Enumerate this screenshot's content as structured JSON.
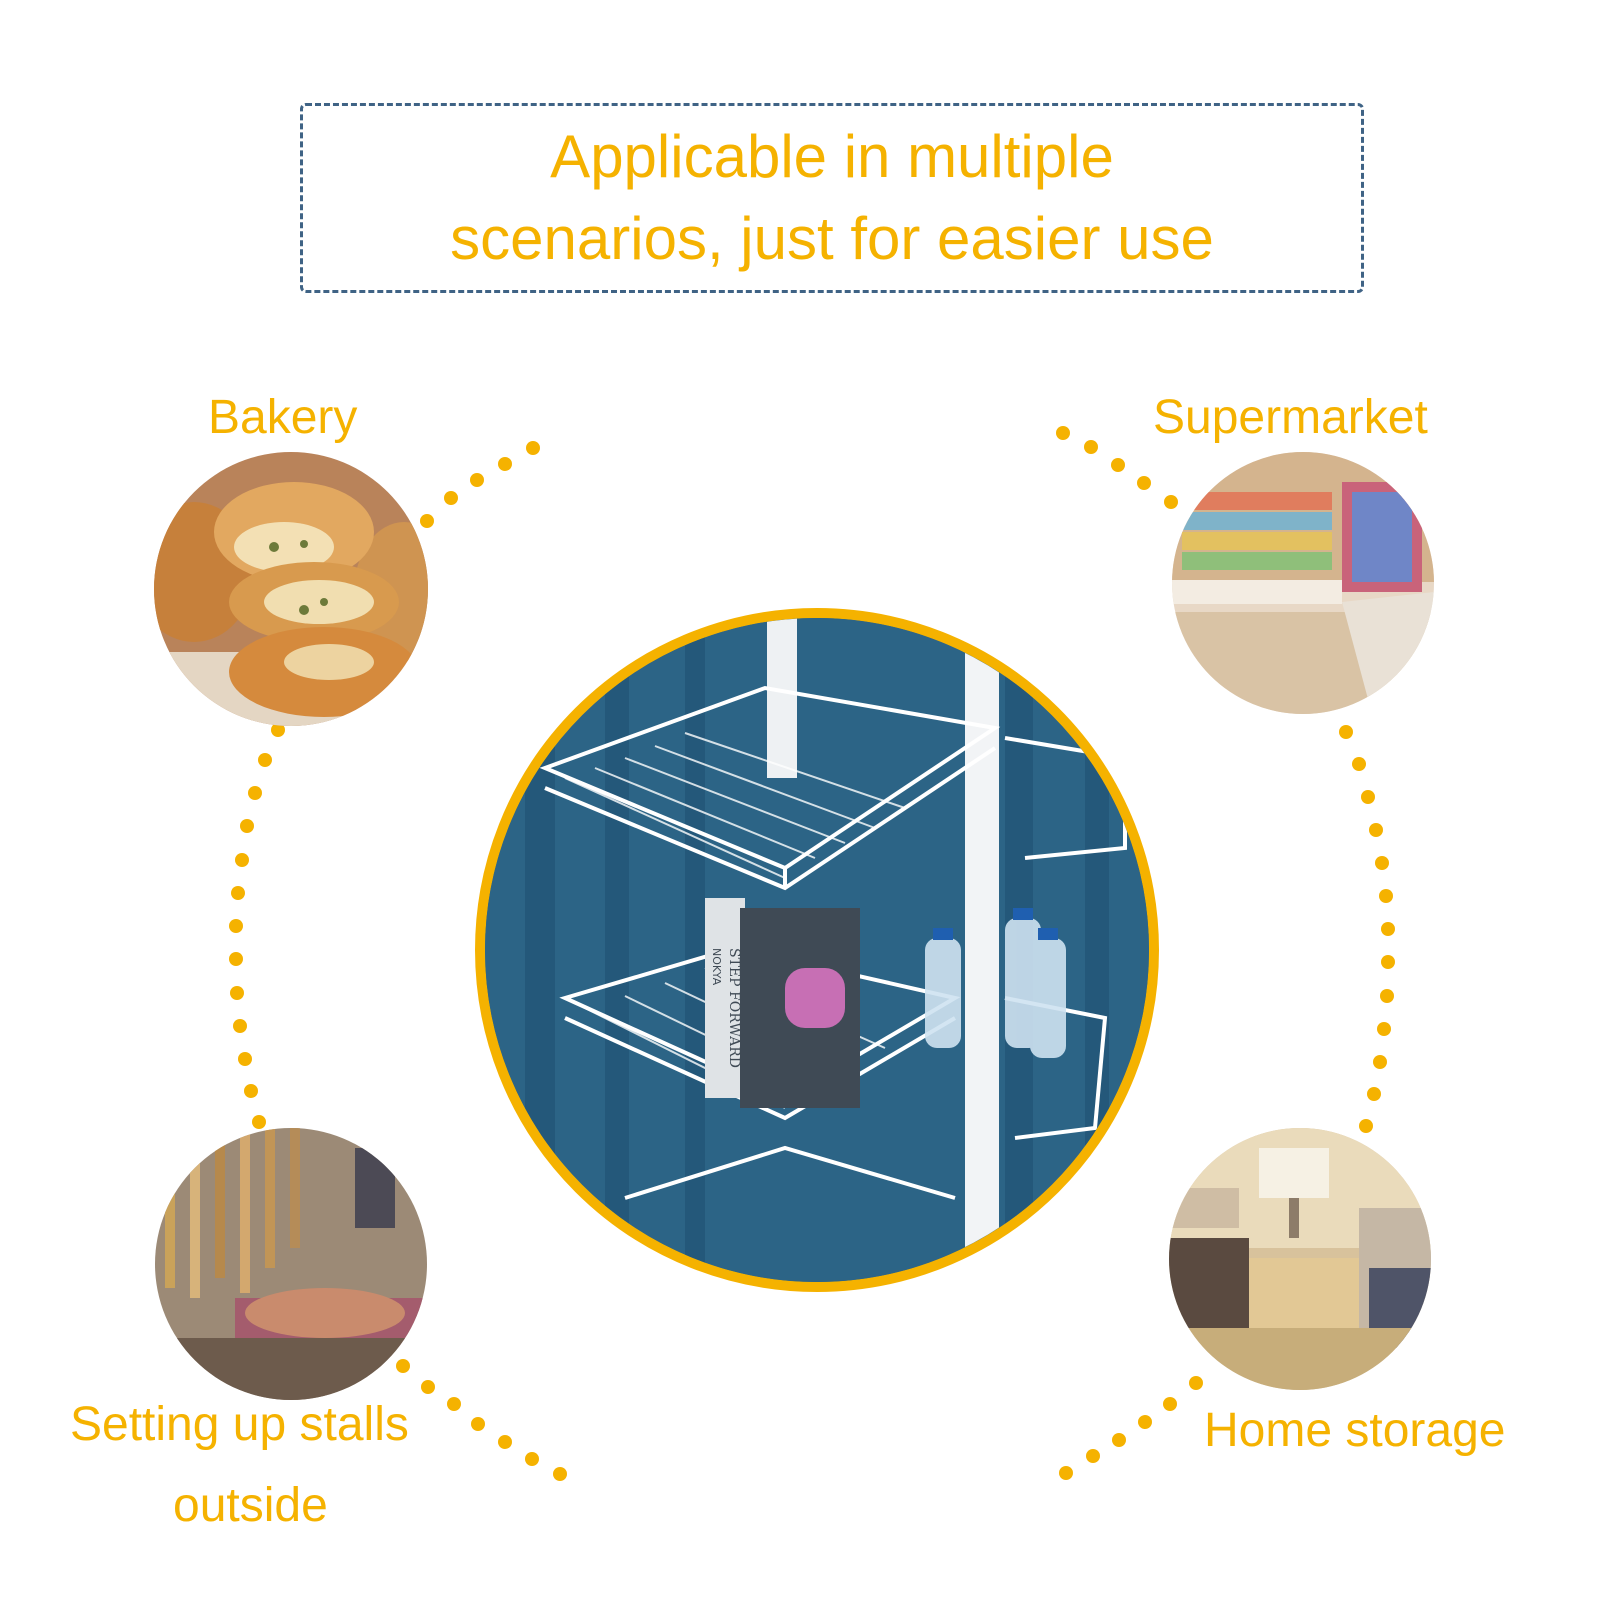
{
  "headline": {
    "line1": "Applicable in multiple",
    "line2": "scenarios, just for easier use"
  },
  "scenarios": {
    "bakery": "Bakery",
    "supermarket": "Supermarket",
    "stalls_line1": "Setting up stalls",
    "stalls_line2": "outside",
    "home": "Home storage"
  },
  "colors": {
    "accent": "#f5b200",
    "border": "#3f6385"
  },
  "product_book": {
    "spine": "STEP FORWARD",
    "side": "NOKYA"
  }
}
